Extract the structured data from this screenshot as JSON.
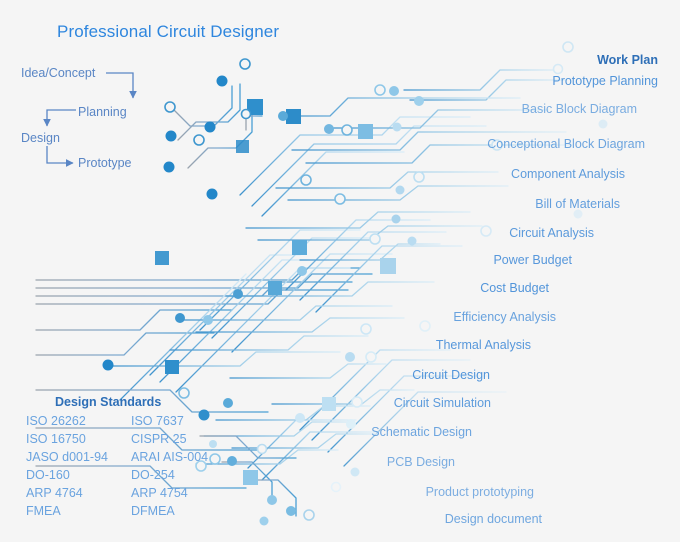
{
  "page": {
    "title": "Professional Circuit Designer",
    "background_color": "#f5f5f5",
    "accent_color": "#2e86de",
    "trace_color": "#7fb8e0",
    "node_color": "#2387c9"
  },
  "flow": {
    "steps": [
      {
        "label": "Idea/Concept"
      },
      {
        "label": "Planning"
      },
      {
        "label": "Design"
      },
      {
        "label": "Prototype"
      }
    ]
  },
  "work_plan": {
    "heading": "Work Plan",
    "items": [
      {
        "label": "Prototype Planning"
      },
      {
        "label": "Basic Block Diagram"
      },
      {
        "label": "Conceptional Block Diagram"
      },
      {
        "label": "Component Analysis"
      },
      {
        "label": "Bill of Materials"
      },
      {
        "label": "Circuit Analysis"
      },
      {
        "label": "Power Budget"
      },
      {
        "label": "Cost Budget"
      },
      {
        "label": "Efficiency Analysis"
      },
      {
        "label": "Thermal Analysis"
      },
      {
        "label": "Circuit Design"
      },
      {
        "label": "Circuit Simulation"
      },
      {
        "label": "Schematic Design"
      },
      {
        "label": "PCB Design"
      },
      {
        "label": "Product prototyping"
      },
      {
        "label": "Design document"
      }
    ]
  },
  "design_standards": {
    "heading": "Design Standards",
    "rows": [
      {
        "a": "ISO 26262",
        "b": "ISO 7637"
      },
      {
        "a": "ISO 16750",
        "b": "CISPR 25"
      },
      {
        "a": "JASO d001-94",
        "b": "ARAI AIS-004"
      },
      {
        "a": "DO-160",
        "b": "DO-254"
      },
      {
        "a": "ARP 4764",
        "b": "ARP 4754"
      },
      {
        "a": "FMEA",
        "b": "DFMEA"
      }
    ]
  }
}
